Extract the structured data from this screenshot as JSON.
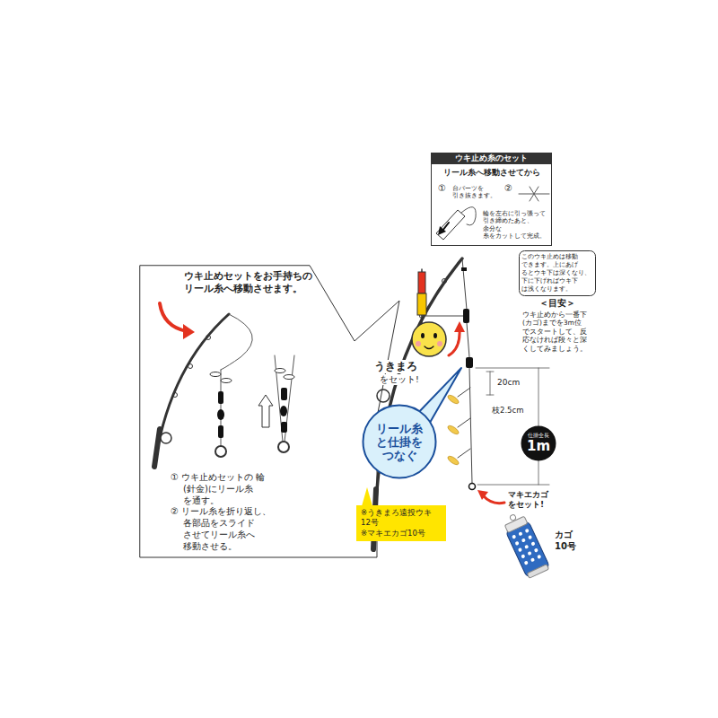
{
  "diagram": {
    "nodes": [
      {
        "text": [
          "ウキ止めセットをお手持ちの リール糸へ移動させます。",
          "① ウキ止めセットの 輪(針金)にリール糸 を通す。",
          "② リール糸を折り返し、 各部品をスライド させてリール糸へ 移動させる。"
        ]
      },
      {
        "text": [
          "ウキ止め糸のセット",
          "リール糸へ移動させてから",
          "①",
          "台パーツを 引き抜きます。",
          "②",
          "輪を左右に引っ張って 引き締めたあと、余分な 糸をカットして完成。"
        ]
      },
      {
        "text": [
          "このウキ止めは移動 できます。上にあげ るとウキ下は深くなり、 下に下げればウキ下 は浅くなります。"
        ]
      },
      {
        "text": [
          "リール糸 と仕掛を つなぐ"
        ]
      },
      {
        "text": [
          "仕掛全長",
          "1m"
        ]
      },
      {
        "text": [
          "※うきまろ遠投ウキ 12号",
          "※マキエカゴ10号"
        ]
      }
    ],
    "labels": [
      "＜目安＞",
      "ウキ止めから一番下 (カゴ)までを3m位 でスタートして、反 応なければ段々と深 くしてみましょう。",
      "うきまろ",
      "をセット!",
      "20cm",
      "枝2.5cm",
      "マキエカゴ をセット!",
      "カゴ 10号"
    ]
  }
}
